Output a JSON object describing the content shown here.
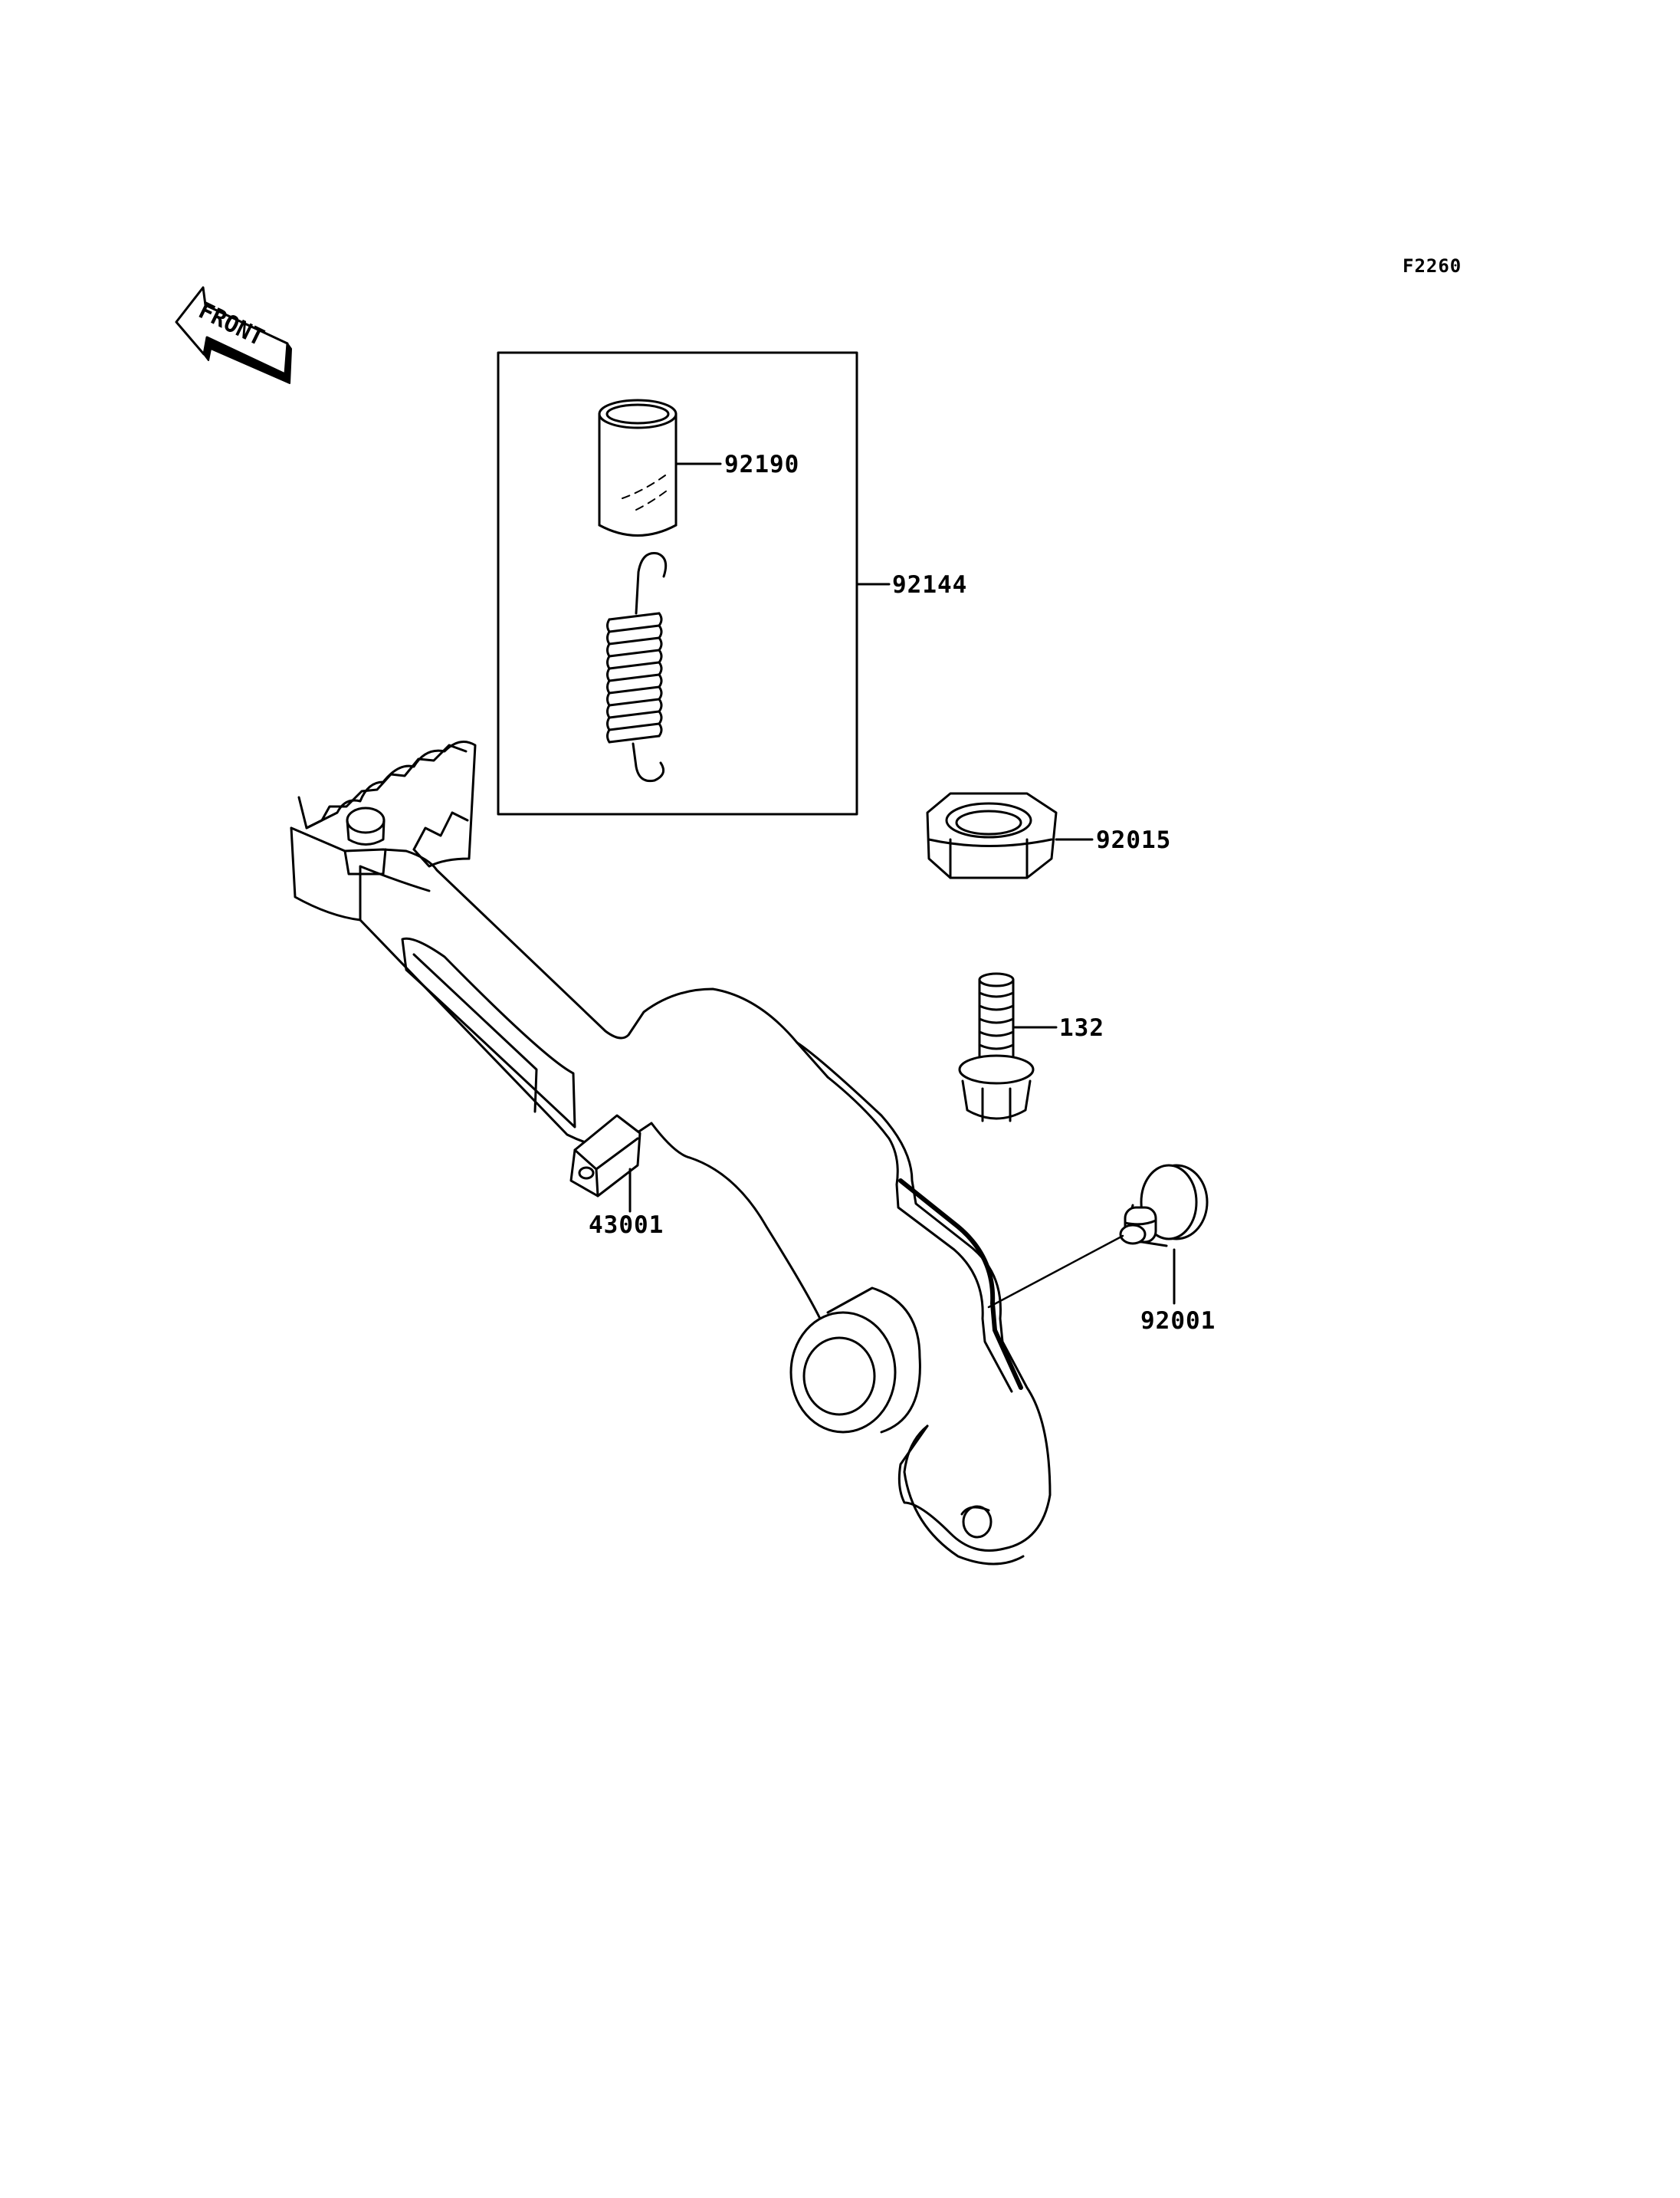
{
  "figure_code": "F2260",
  "front_indicator": "FRONT",
  "part_numbers": {
    "pipe": "92190",
    "spring_set": "92144",
    "nut": "92015",
    "bolt": "132",
    "pin": "92001",
    "pedal": "43001"
  }
}
